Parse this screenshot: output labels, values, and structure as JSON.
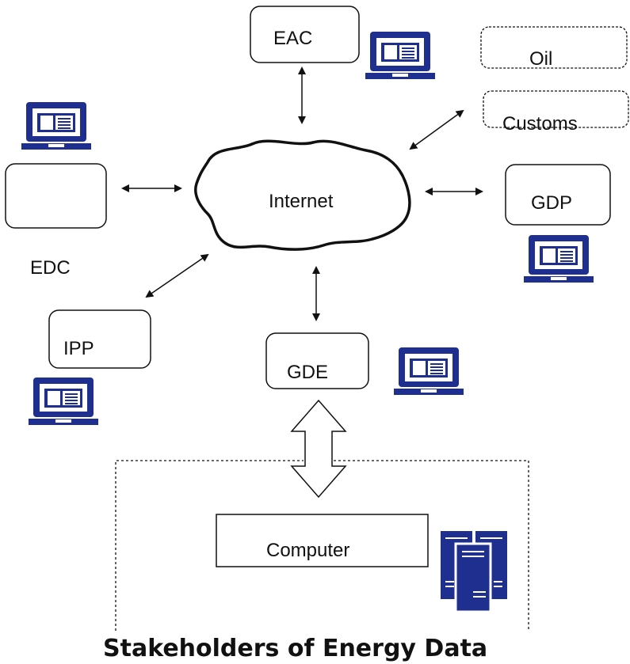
{
  "diagram": {
    "nodes": {
      "eac": "EAC",
      "oil": "Oil",
      "customs": "Customs",
      "internet": "Internet",
      "gdp": "GDP",
      "edc": "EDC",
      "ipp": "IPP",
      "gde": "GDE",
      "computer": "Computer"
    },
    "caption": "Stakeholders of Energy Data",
    "colors": {
      "laptop": "#1f2f8f",
      "server": "#1f2f8f",
      "outline": "#111111"
    },
    "icons": [
      "laptop-icon",
      "server-icon",
      "internet-cloud"
    ]
  }
}
